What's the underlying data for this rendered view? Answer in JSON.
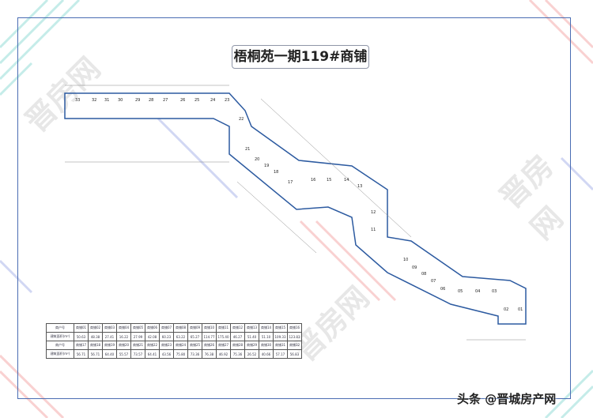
{
  "title": "梧桐苑一期119#商铺",
  "footer": "头条 @晋城房产网",
  "watermark": "晋房网",
  "colors": {
    "outline": "#2c5aa0",
    "frame": "#4a6db3",
    "stripes": [
      "#f29a9a",
      "#7fd6d0",
      "#9aa8e6"
    ]
  },
  "shops": [
    "33",
    "32",
    "31",
    "30",
    "29",
    "28",
    "27",
    "26",
    "25",
    "24",
    "23",
    "22",
    "21",
    "20",
    "19",
    "18",
    "17",
    "16",
    "15",
    "14",
    "13",
    "12",
    "11",
    "10",
    "09",
    "08",
    "07",
    "06",
    "05",
    "04",
    "03",
    "02",
    "01"
  ],
  "table": {
    "rows": [
      {
        "label": "商户号",
        "cells": [
          "商铺01",
          "商铺02",
          "商铺03",
          "商铺04",
          "商铺05",
          "商铺06",
          "商铺07",
          "商铺08",
          "商铺09",
          "商铺10",
          "商铺11",
          "商铺12",
          "商铺13",
          "商铺14",
          "商铺15",
          "商铺16"
        ]
      },
      {
        "label": "建筑面积(m²)",
        "cells": [
          "50.63",
          "48.38",
          "27.41",
          "16.22",
          "27.99",
          "42.08",
          "60.23",
          "63.22",
          "65.27",
          "114.77",
          "175.40",
          "46.27",
          "51.40",
          "51.10",
          "109.33",
          "123.83"
        ]
      },
      {
        "label": "商户号",
        "cells": [
          "商铺17",
          "商铺18",
          "商铺19",
          "商铺20",
          "商铺21",
          "商铺22",
          "商铺23",
          "商铺24",
          "商铺25",
          "商铺26",
          "商铺27",
          "商铺28",
          "商铺29",
          "商铺30",
          "商铺31",
          "商铺32"
        ]
      },
      {
        "label": "建筑面积(m²)",
        "cells": [
          "56.71",
          "56.71",
          "64.40",
          "55.57",
          "73.57",
          "64.41",
          "43.56",
          "75.80",
          "73.36",
          "76.38",
          "46.92",
          "75.36",
          "26.52",
          "40.66",
          "57.17",
          "56.83"
        ]
      }
    ]
  }
}
